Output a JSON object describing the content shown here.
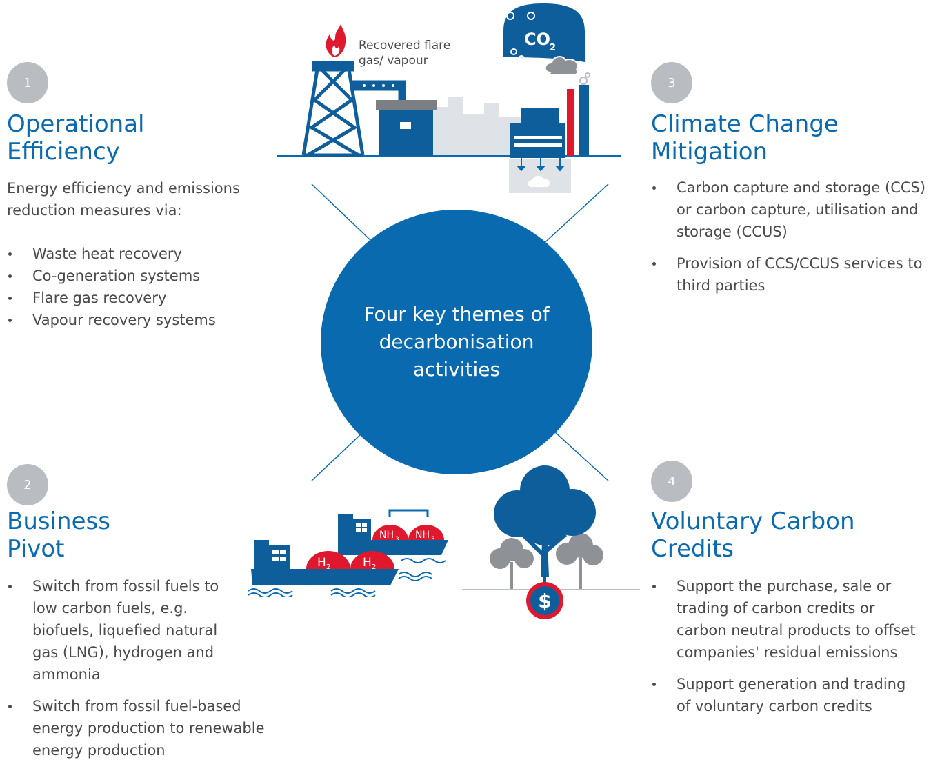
{
  "center": {
    "lines": [
      "Four key themes of",
      "decarbonisation",
      "activities"
    ]
  },
  "themes": [
    {
      "number": "1",
      "title_lines": [
        "Operational",
        "Efficiency"
      ],
      "description_lines": [
        "Energy efficiency and emissions",
        "reduction measures via:"
      ],
      "bullets": [
        "Waste heat recovery",
        "Co-generation systems",
        "Flare gas recovery",
        "Vapour recovery systems"
      ]
    },
    {
      "number": "2",
      "title_lines": [
        "Business",
        "Pivot"
      ],
      "bullets": [
        "Switch from fossil fuels to low carbon fuels, e.g. biofuels, liquefied natural gas (LNG), hydrogen and ammonia",
        "Switch from fossil fuel-based energy production to renewable energy production"
      ]
    },
    {
      "number": "3",
      "title_lines": [
        "Climate Change",
        "Mitigation"
      ],
      "bullets": [
        "Carbon capture and storage (CCS) or carbon capture, utilisation and storage (CCUS)",
        "Provision of CCS/CCUS services to third parties"
      ]
    },
    {
      "number": "4",
      "title_lines": [
        "Voluntary Carbon",
        "Credits"
      ],
      "bullets": [
        "Support the purchase, sale or trading of carbon credits or carbon neutral products to offset companies' residual emissions",
        "Support generation and trading of voluntary carbon credits"
      ]
    }
  ],
  "illustration_labels": {
    "flare_line1": "Recovered flare",
    "flare_line2": "gas/ vapour",
    "co2": "CO",
    "co2_sub": "2",
    "h2": "H",
    "h2_sub": "2",
    "nh3": "NH",
    "nh3_sub": "3",
    "dollar": "$"
  },
  "colors": {
    "brand_blue": "#0a6ab0",
    "dark_blue": "#0f5e9c",
    "badge_grey": "#b9bcc0",
    "accent_red": "#e0182d",
    "light_grey": "#dfe2e7",
    "text_grey": "#4a4a4a"
  },
  "icons": [
    "flame-icon",
    "oil-rig-icon",
    "co2-cloud-icon",
    "factory-stack-icon",
    "ship-icon",
    "tree-icon",
    "dollar-coin-icon"
  ]
}
